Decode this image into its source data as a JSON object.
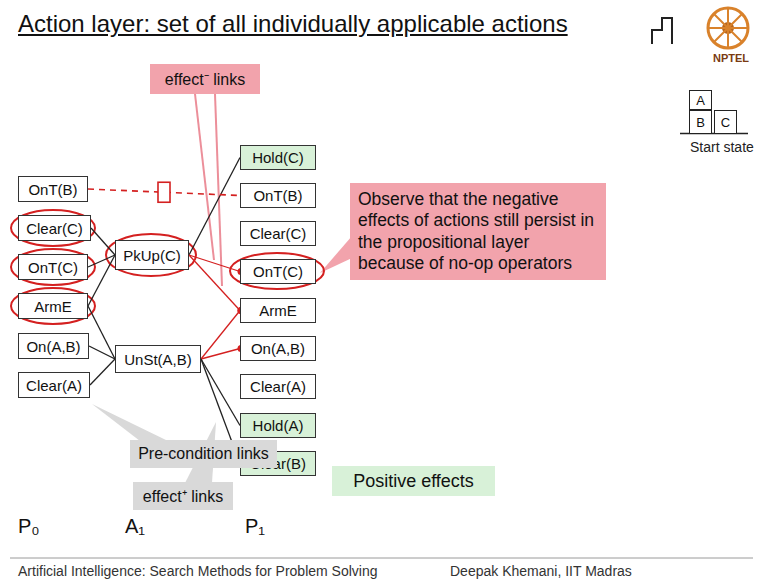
{
  "diagram": {
    "title": "Action layer: set of all individually applicable actions",
    "nodes": [
      {
        "text": [
          "effect⁻ links"
        ]
      },
      {
        "text": [
          "OnT(B)"
        ]
      },
      {
        "text": [
          "Clear(C)"
        ]
      },
      {
        "text": [
          "OnT(C)"
        ]
      },
      {
        "text": [
          "ArmE"
        ]
      },
      {
        "text": [
          "On(A,B)"
        ]
      },
      {
        "text": [
          "Clear(A)"
        ]
      },
      {
        "text": [
          "PkUp(C)"
        ]
      },
      {
        "text": [
          "UnSt(A,B)"
        ]
      },
      {
        "text": [
          "Hold(C)"
        ]
      },
      {
        "text": [
          "OnT(B)"
        ]
      },
      {
        "text": [
          "Clear(C)"
        ]
      },
      {
        "text": [
          "OnT(C)"
        ]
      },
      {
        "text": [
          "ArmE"
        ]
      },
      {
        "text": [
          "On(A,B)"
        ]
      },
      {
        "text": [
          "Clear(A)"
        ]
      },
      {
        "text": [
          "Hold(A)"
        ]
      },
      {
        "text": [
          "Clear(B)"
        ]
      },
      {
        "text": [
          "Observe that the negative effects of actions still persist in the propositional layer because of no-op operators"
        ]
      },
      {
        "text": [
          "Pre-condition links"
        ]
      },
      {
        "text": [
          "effect⁺ links"
        ]
      },
      {
        "text": [
          "Positive effects"
        ]
      },
      {
        "text": [
          "A"
        ]
      },
      {
        "text": [
          "B"
        ]
      },
      {
        "text": [
          "C"
        ]
      }
    ],
    "edges": [
      {
        "from": 2,
        "to": 7,
        "arrow": "none"
      },
      {
        "from": 3,
        "to": 7,
        "arrow": "none"
      },
      {
        "from": 4,
        "to": 7,
        "arrow": "none"
      },
      {
        "from": 4,
        "to": 8,
        "arrow": "none"
      },
      {
        "from": 5,
        "to": 8,
        "arrow": "none"
      },
      {
        "from": 6,
        "to": 8,
        "arrow": "none"
      },
      {
        "from": 7,
        "to": 9,
        "arrow": "none"
      },
      {
        "from": 7,
        "to": 12,
        "arrow": "none"
      },
      {
        "from": 7,
        "to": 13,
        "arrow": "none"
      },
      {
        "from": 8,
        "to": 13,
        "arrow": "none"
      },
      {
        "from": 8,
        "to": 14,
        "arrow": "none"
      },
      {
        "from": 8,
        "to": 16,
        "arrow": "none"
      },
      {
        "from": 8,
        "to": 17,
        "arrow": "none"
      },
      {
        "from": 1,
        "to": 10,
        "arrow": "none"
      }
    ],
    "labels": [
      "NPTEL",
      "Start state",
      "P₀",
      "A₁",
      "P₁",
      "Artificial Intelligence: Search Methods for Problem Solving",
      "Deepak Khemani, IIT Madras"
    ]
  }
}
